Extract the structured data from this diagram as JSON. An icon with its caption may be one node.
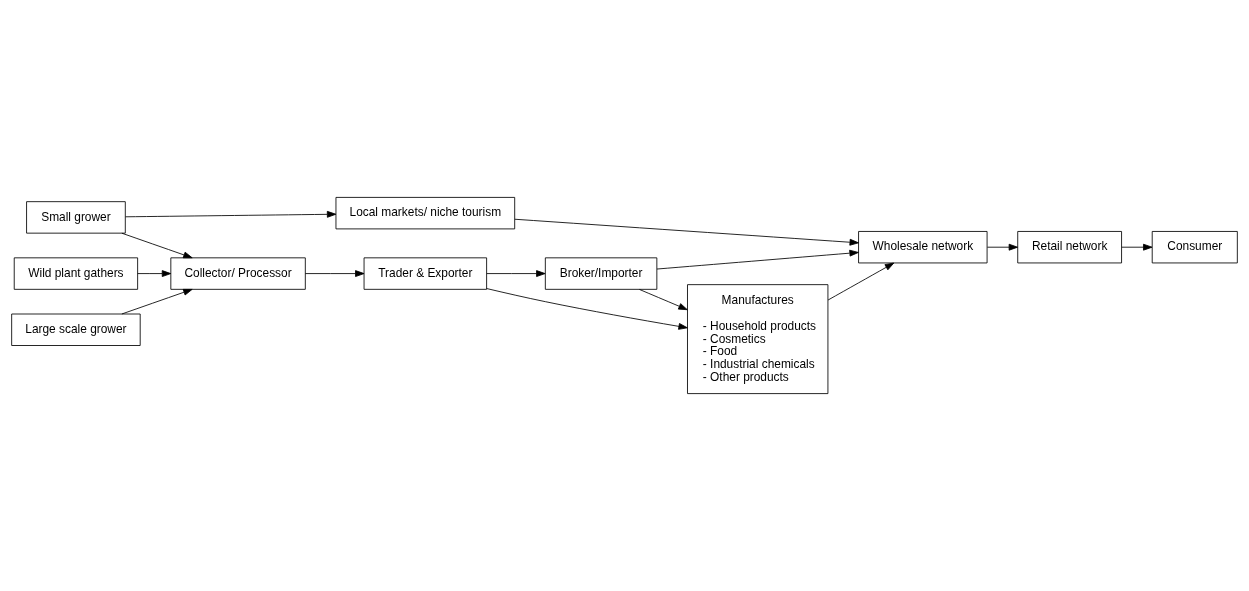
{
  "diagram": {
    "nodes": [
      {
        "text": [
          "Small grower"
        ]
      },
      {
        "text": [
          "Local markets/ niche tourism"
        ]
      },
      {
        "text": [
          "Wild plant gathers"
        ]
      },
      {
        "text": [
          "Collector/ Processor"
        ]
      },
      {
        "text": [
          "Trader & Exporter"
        ]
      },
      {
        "text": [
          "Broker/Importer"
        ]
      },
      {
        "text": [
          "Wholesale network"
        ]
      },
      {
        "text": [
          "Large scale grower"
        ]
      },
      {
        "text": [
          "Manufactures",
          "- Household products",
          "- Cosmetics",
          "- Food",
          "- Industrial chemicals",
          "- Other products"
        ]
      },
      {
        "text": [
          "Retail network"
        ]
      },
      {
        "text": [
          "Consumer"
        ]
      }
    ],
    "edges": [
      {
        "from": 0,
        "to": 1,
        "arrow": "to"
      },
      {
        "from": 0,
        "to": 3,
        "arrow": "to"
      },
      {
        "from": 2,
        "to": 3,
        "arrow": "to"
      },
      {
        "from": 7,
        "to": 3,
        "arrow": "to"
      },
      {
        "from": 3,
        "to": 4,
        "arrow": "to"
      },
      {
        "from": 4,
        "to": 5,
        "arrow": "to"
      },
      {
        "from": 4,
        "to": 8,
        "arrow": "to"
      },
      {
        "from": 5,
        "to": 6,
        "arrow": "to"
      },
      {
        "from": 5,
        "to": 8,
        "arrow": "to"
      },
      {
        "from": 8,
        "to": 6,
        "arrow": "to"
      },
      {
        "from": 1,
        "to": 6,
        "arrow": "to"
      },
      {
        "from": 6,
        "to": 9,
        "arrow": "to"
      },
      {
        "from": 9,
        "to": 10,
        "arrow": "to"
      }
    ]
  }
}
